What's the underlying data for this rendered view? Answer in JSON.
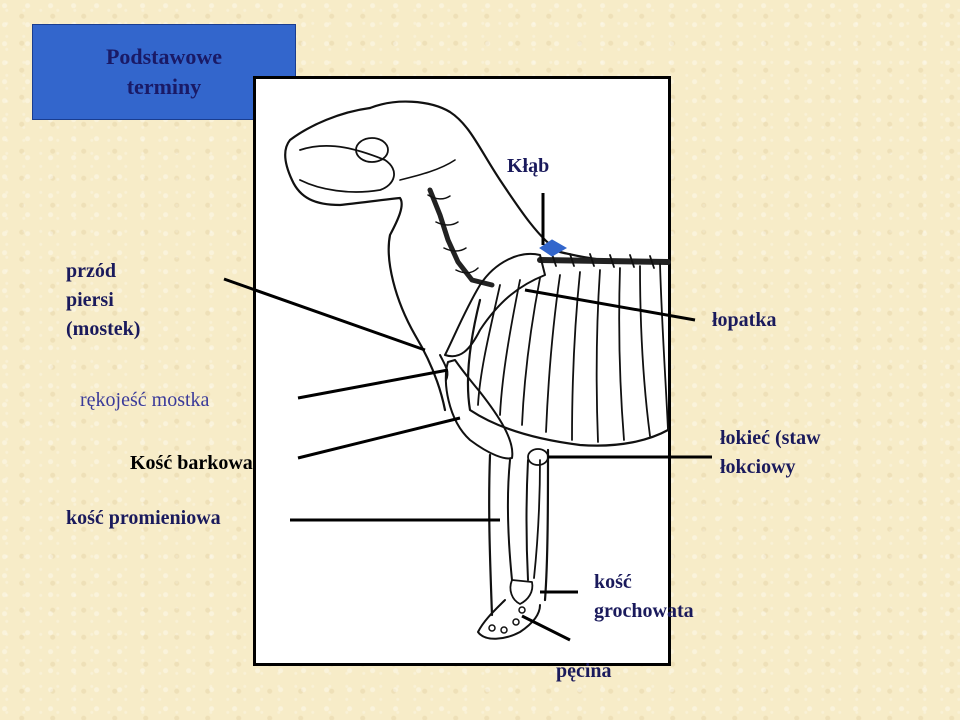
{
  "title": "Podstawowe terminy",
  "labels": {
    "klab": "Kłąb",
    "przod_piersi": "przód\npiersi\n(mostek)",
    "lopatka": "łopatka",
    "rekojesc_mostka": "rękojeść mostka",
    "kosc_barkowa": "Kość barkowa",
    "lokiec": "łokieć (staw\nłokciowy",
    "kosc_promieniowa": "kość promieniowa",
    "kosc_grochowata": "kość\ngrochowata",
    "pecina": "pęcina"
  },
  "colors": {
    "title_bg": "#3366cc",
    "title_text": "#1a1a66",
    "label_text": "#1a1a5c",
    "marker": "#3366cc"
  }
}
